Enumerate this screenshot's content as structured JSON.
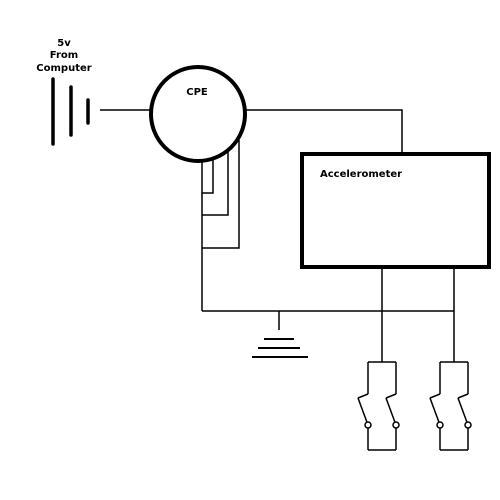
{
  "power_source": {
    "voltage_label": "5v",
    "source_label_line1": "From",
    "source_label_line2": "Computer"
  },
  "cpe": {
    "label": "CPE"
  },
  "accelerometer": {
    "label": "Accelerometer"
  },
  "colors": {
    "stroke": "#000000",
    "background": "#ffffff"
  },
  "icons": [
    "battery-symbol",
    "ground-symbol",
    "switch-symbol"
  ]
}
